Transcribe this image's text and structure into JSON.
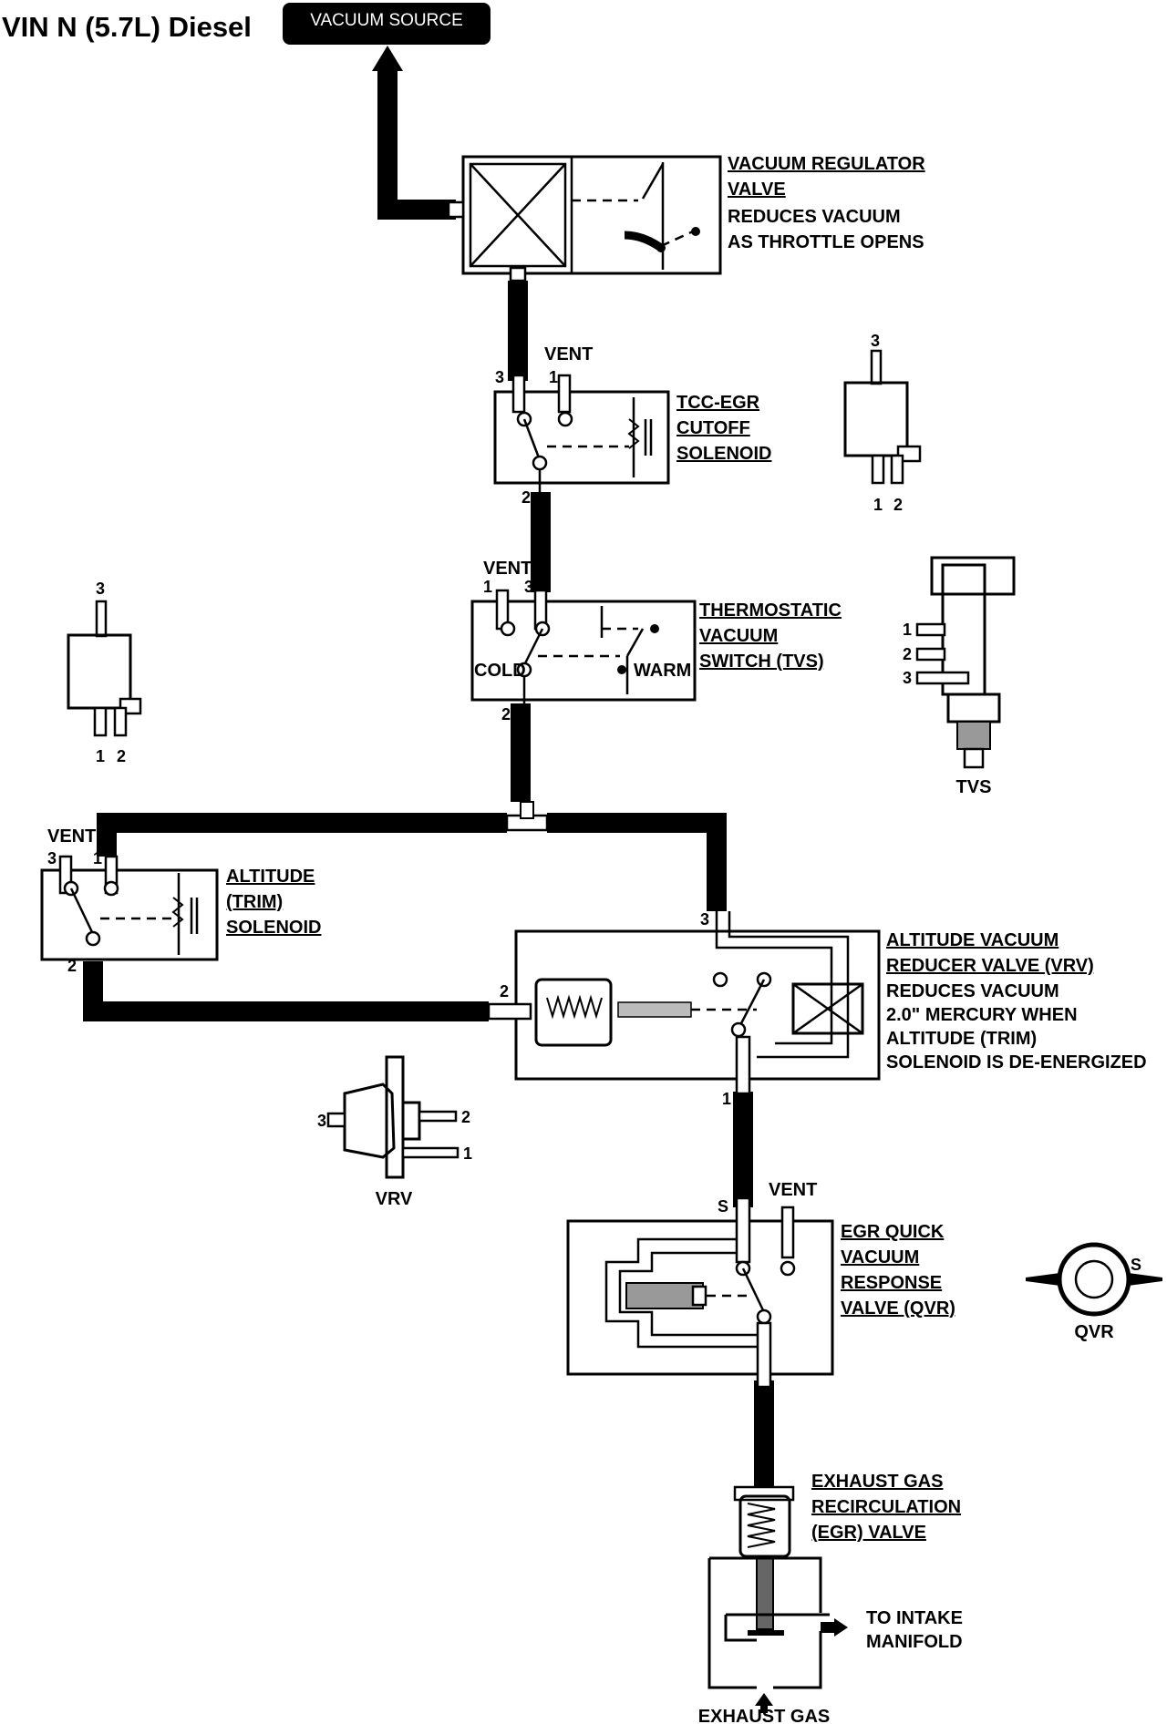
{
  "title": "VIN N (5.7L) Diesel",
  "vacuum_source_label": "VACUUM SOURCE",
  "components": {
    "vacuum_regulator_valve": {
      "name_lines": [
        "VACUUM REGULATOR",
        "VALVE"
      ],
      "description_lines": [
        "REDUCES VACUUM",
        "AS THROTTLE OPENS"
      ]
    },
    "tcc_egr_cutoff_solenoid": {
      "name_lines": [
        "TCC-EGR",
        "CUTOFF",
        "SOLENOID"
      ],
      "port_labels": {
        "vent": "VENT",
        "p1": "1",
        "p2": "2",
        "p3": "3"
      }
    },
    "thermostatic_vacuum_switch": {
      "name_lines": [
        "THERMOSTATIC",
        "VACUUM",
        "SWITCH (TVS)"
      ],
      "port_labels": {
        "vent": "VENT",
        "p1": "1",
        "p2": "2",
        "p3": "3"
      },
      "state_labels": {
        "cold": "COLD",
        "warm": "WARM"
      }
    },
    "altitude_trim_solenoid": {
      "name_lines": [
        "ALTITUDE",
        "(TRIM)",
        "SOLENOID"
      ],
      "port_labels": {
        "vent": "VENT",
        "p1": "1",
        "p2": "2",
        "p3": "3"
      }
    },
    "altitude_vacuum_reducer_valve": {
      "name_lines": [
        "ALTITUDE VACUUM",
        "REDUCER VALVE (VRV)"
      ],
      "description_lines": [
        "REDUCES VACUUM",
        "2.0\" MERCURY WHEN",
        "ALTITUDE (TRIM)",
        "SOLENOID IS DE-ENERGIZED"
      ],
      "port_labels": {
        "p1": "1",
        "p2": "2",
        "p3": "3"
      }
    },
    "egr_quick_vacuum_response_valve": {
      "name_lines": [
        "EGR QUICK",
        "VACUUM",
        "RESPONSE",
        "VALVE (QVR)"
      ],
      "port_labels": {
        "s": "S",
        "vent": "VENT"
      }
    },
    "egr_valve": {
      "name_lines": [
        "EXHAUST GAS",
        "RECIRCULATION",
        "(EGR) VALVE"
      ],
      "flow_labels": {
        "intake": [
          "TO INTAKE",
          "MANIFOLD"
        ],
        "exhaust": "EXHAUST GAS"
      }
    }
  },
  "reference_icons": {
    "solenoid_right": {
      "p1": "1",
      "p2": "2",
      "p3": "3"
    },
    "solenoid_left": {
      "p1": "1",
      "p2": "2",
      "p3": "3"
    },
    "tvs": {
      "caption": "TVS",
      "p1": "1",
      "p2": "2",
      "p3": "3"
    },
    "vrv": {
      "caption": "VRV",
      "p1": "1",
      "p2": "2",
      "p3": "3"
    },
    "qvr": {
      "caption": "QVR",
      "s": "S"
    }
  }
}
